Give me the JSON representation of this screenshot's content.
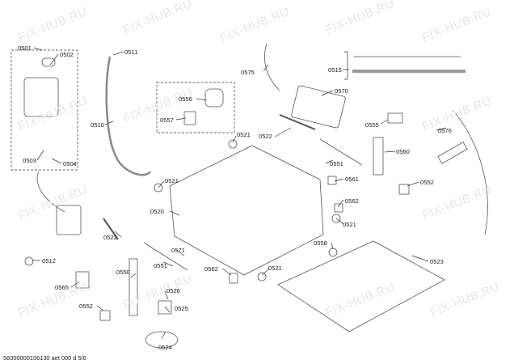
{
  "watermark": "FIX-HUB.RU",
  "footer": "58300000156130 aet 000 d 5/6",
  "parts": {
    "p0501": "0501",
    "p0502": "0502",
    "p0503": "0503",
    "p0504": "0504",
    "p0510": "0510",
    "p0511": "0511",
    "p0512": "0512",
    "p0515": "0515",
    "p0520": "0520",
    "p0521_a": "0521",
    "p0521_b": "0521",
    "p0521_c": "0521",
    "p0521_d": "0521",
    "p0522_a": "0522",
    "p0522_b": "0522",
    "p0523": "0523",
    "p0524": "0524",
    "p0525": "0525",
    "p0526": "0526",
    "p0550": "0550",
    "p0551_a": "0551",
    "p0551_b": "0551",
    "p0552_a": "0552",
    "p0552_b": "0552",
    "p0555": "0555",
    "p0556": "0556",
    "p0557": "0557",
    "p0558": "0558",
    "p0560": "0560",
    "p0561": "0561",
    "p0562_a": "0562",
    "p0562_b": "0562",
    "p0565": "0565",
    "p0570": "0570",
    "p0571": "0571",
    "p0575": "0575",
    "p0576": "0576"
  }
}
